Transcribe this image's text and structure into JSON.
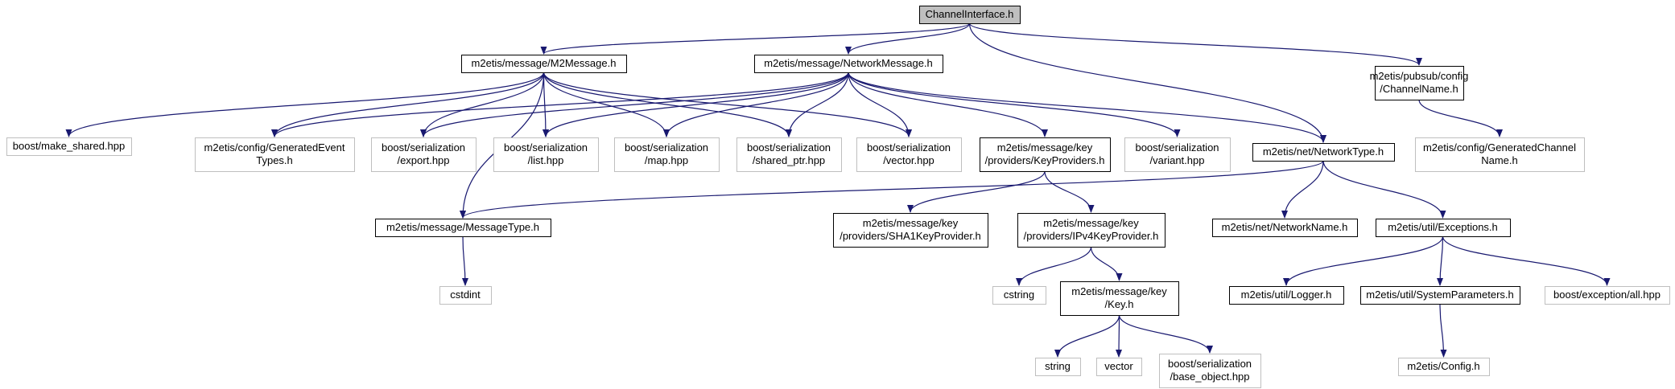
{
  "colors": {
    "edge": "#191970",
    "node_border": "#000000",
    "external_border": "#bfbfbf",
    "root_fill": "#bfbfbf",
    "node_fill": "#ffffff",
    "text": "#000000",
    "external_text": "#000000"
  },
  "nodes": [
    {
      "id": "channelinterface",
      "kind": "root",
      "lines": [
        "ChannelInterface.h"
      ]
    },
    {
      "id": "m2message",
      "kind": "internal",
      "lines": [
        "m2etis/message/M2Message.h"
      ]
    },
    {
      "id": "networkmessage",
      "kind": "internal",
      "lines": [
        "m2etis/message/NetworkMessage.h"
      ]
    },
    {
      "id": "channelname",
      "kind": "internal",
      "lines": [
        "m2etis/pubsub/config",
        "/ChannelName.h"
      ]
    },
    {
      "id": "make_shared",
      "kind": "external",
      "lines": [
        "boost/make_shared.hpp"
      ]
    },
    {
      "id": "generatedeventtypes",
      "kind": "external",
      "lines": [
        "m2etis/config/GeneratedEvent",
        "Types.h"
      ]
    },
    {
      "id": "export",
      "kind": "external",
      "lines": [
        "boost/serialization",
        "/export.hpp"
      ]
    },
    {
      "id": "list",
      "kind": "external",
      "lines": [
        "boost/serialization",
        "/list.hpp"
      ]
    },
    {
      "id": "map",
      "kind": "external",
      "lines": [
        "boost/serialization",
        "/map.hpp"
      ]
    },
    {
      "id": "shared_ptr",
      "kind": "external",
      "lines": [
        "boost/serialization",
        "/shared_ptr.hpp"
      ]
    },
    {
      "id": "vector_hpp",
      "kind": "external",
      "lines": [
        "boost/serialization",
        "/vector.hpp"
      ]
    },
    {
      "id": "keyproviders",
      "kind": "internal",
      "lines": [
        "m2etis/message/key",
        "/providers/KeyProviders.h"
      ]
    },
    {
      "id": "variant",
      "kind": "external",
      "lines": [
        "boost/serialization",
        "/variant.hpp"
      ]
    },
    {
      "id": "networktype",
      "kind": "internal",
      "lines": [
        "m2etis/net/NetworkType.h"
      ]
    },
    {
      "id": "generatedchannelname",
      "kind": "external",
      "lines": [
        "m2etis/config/GeneratedChannel",
        "Name.h"
      ]
    },
    {
      "id": "messagetype",
      "kind": "internal",
      "lines": [
        "m2etis/message/MessageType.h"
      ]
    },
    {
      "id": "sha1keyprovider",
      "kind": "internal",
      "lines": [
        "m2etis/message/key",
        "/providers/SHA1KeyProvider.h"
      ]
    },
    {
      "id": "ipv4keyprovider",
      "kind": "internal",
      "lines": [
        "m2etis/message/key",
        "/providers/IPv4KeyProvider.h"
      ]
    },
    {
      "id": "networkname",
      "kind": "internal",
      "lines": [
        "m2etis/net/NetworkName.h"
      ]
    },
    {
      "id": "exceptions",
      "kind": "internal",
      "lines": [
        "m2etis/util/Exceptions.h"
      ]
    },
    {
      "id": "cstdint",
      "kind": "external",
      "lines": [
        "cstdint"
      ]
    },
    {
      "id": "cstring",
      "kind": "external",
      "lines": [
        "cstring"
      ]
    },
    {
      "id": "key",
      "kind": "internal",
      "lines": [
        "m2etis/message/key",
        "/Key.h"
      ]
    },
    {
      "id": "logger",
      "kind": "internal",
      "lines": [
        "m2etis/util/Logger.h"
      ]
    },
    {
      "id": "systemparameters",
      "kind": "internal",
      "lines": [
        "m2etis/util/SystemParameters.h"
      ]
    },
    {
      "id": "exception_all",
      "kind": "external",
      "lines": [
        "boost/exception/all.hpp"
      ]
    },
    {
      "id": "string",
      "kind": "external",
      "lines": [
        "string"
      ]
    },
    {
      "id": "vector",
      "kind": "external",
      "lines": [
        "vector"
      ]
    },
    {
      "id": "base_object",
      "kind": "external",
      "lines": [
        "boost/serialization",
        "/base_object.hpp"
      ]
    },
    {
      "id": "config",
      "kind": "external",
      "lines": [
        "m2etis/Config.h"
      ]
    }
  ],
  "edges": [
    [
      "channelinterface",
      "m2message"
    ],
    [
      "channelinterface",
      "networkmessage"
    ],
    [
      "channelinterface",
      "networktype"
    ],
    [
      "channelinterface",
      "channelname"
    ],
    [
      "m2message",
      "make_shared"
    ],
    [
      "m2message",
      "generatedeventtypes"
    ],
    [
      "m2message",
      "export"
    ],
    [
      "m2message",
      "list"
    ],
    [
      "m2message",
      "map"
    ],
    [
      "m2message",
      "shared_ptr"
    ],
    [
      "m2message",
      "vector_hpp"
    ],
    [
      "m2message",
      "messagetype"
    ],
    [
      "networkmessage",
      "generatedeventtypes"
    ],
    [
      "networkmessage",
      "export"
    ],
    [
      "networkmessage",
      "list"
    ],
    [
      "networkmessage",
      "map"
    ],
    [
      "networkmessage",
      "shared_ptr"
    ],
    [
      "networkmessage",
      "vector_hpp"
    ],
    [
      "networkmessage",
      "keyproviders"
    ],
    [
      "networkmessage",
      "variant"
    ],
    [
      "networkmessage",
      "networktype"
    ],
    [
      "channelname",
      "generatedchannelname"
    ],
    [
      "keyproviders",
      "sha1keyprovider"
    ],
    [
      "keyproviders",
      "ipv4keyprovider"
    ],
    [
      "networktype",
      "messagetype"
    ],
    [
      "networktype",
      "networkname"
    ],
    [
      "networktype",
      "exceptions"
    ],
    [
      "messagetype",
      "cstdint"
    ],
    [
      "ipv4keyprovider",
      "cstring"
    ],
    [
      "ipv4keyprovider",
      "key"
    ],
    [
      "exceptions",
      "logger"
    ],
    [
      "exceptions",
      "systemparameters"
    ],
    [
      "exceptions",
      "exception_all"
    ],
    [
      "key",
      "string"
    ],
    [
      "key",
      "vector"
    ],
    [
      "key",
      "base_object"
    ],
    [
      "systemparameters",
      "config"
    ]
  ]
}
